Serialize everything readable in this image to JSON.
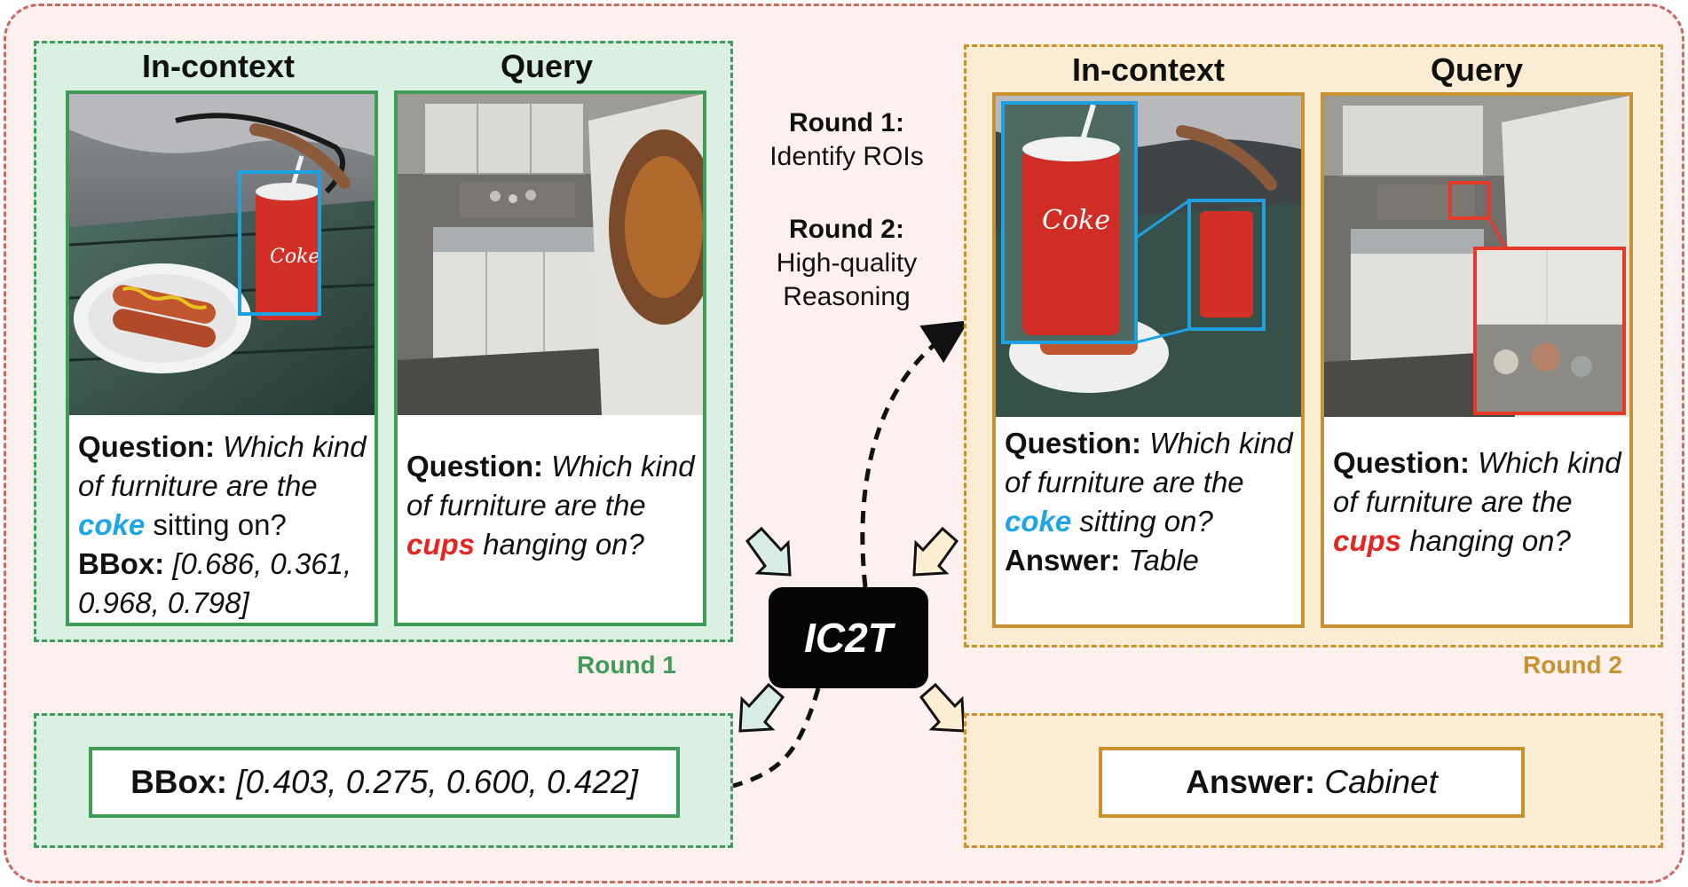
{
  "left_panel": {
    "incontext_title": "In-context",
    "query_title": "Query",
    "incontext_question": {
      "label": "Question:",
      "pre": "Which kind of furniture are the",
      "highlight": "coke",
      "post": "sitting on?"
    },
    "incontext_bbox": {
      "label": "BBox:",
      "value": "[0.686, 0.361, 0.968, 0.798]"
    },
    "query_question": {
      "label": "Question:",
      "pre": "Which kind of furniture are the",
      "highlight": "cups",
      "post": "hanging on?"
    },
    "round_label": "Round 1"
  },
  "right_panel": {
    "incontext_title": "In-context",
    "query_title": "Query",
    "incontext_question": {
      "label": "Question:",
      "pre": "Which kind of furniture are the",
      "highlight": "coke",
      "post": "sitting on?"
    },
    "incontext_answer": {
      "label": "Answer:",
      "value": "Table"
    },
    "query_question": {
      "label": "Question:",
      "pre": "Which kind of furniture are the",
      "highlight": "cups",
      "post": "hanging on?"
    },
    "round_label": "Round 2"
  },
  "middle": {
    "round1_title": "Round 1:",
    "round1_desc": "Identify ROIs",
    "round2_title": "Round 2:",
    "round2_desc_line1": "High-quality",
    "round2_desc_line2": "Reasoning",
    "model_name": "IC2T"
  },
  "outputs": {
    "bbox_label": "BBox:",
    "bbox_value": "[0.403, 0.275, 0.600, 0.422]",
    "answer_label": "Answer:",
    "answer_value": "Cabinet"
  },
  "photo_text": {
    "cup_brand": "Coke"
  },
  "colors": {
    "green": "#3f9b57",
    "orange": "#c8922f",
    "blue_highlight": "#1ea5e6",
    "red_highlight": "#e52521",
    "outer_border": "#c96a63"
  }
}
